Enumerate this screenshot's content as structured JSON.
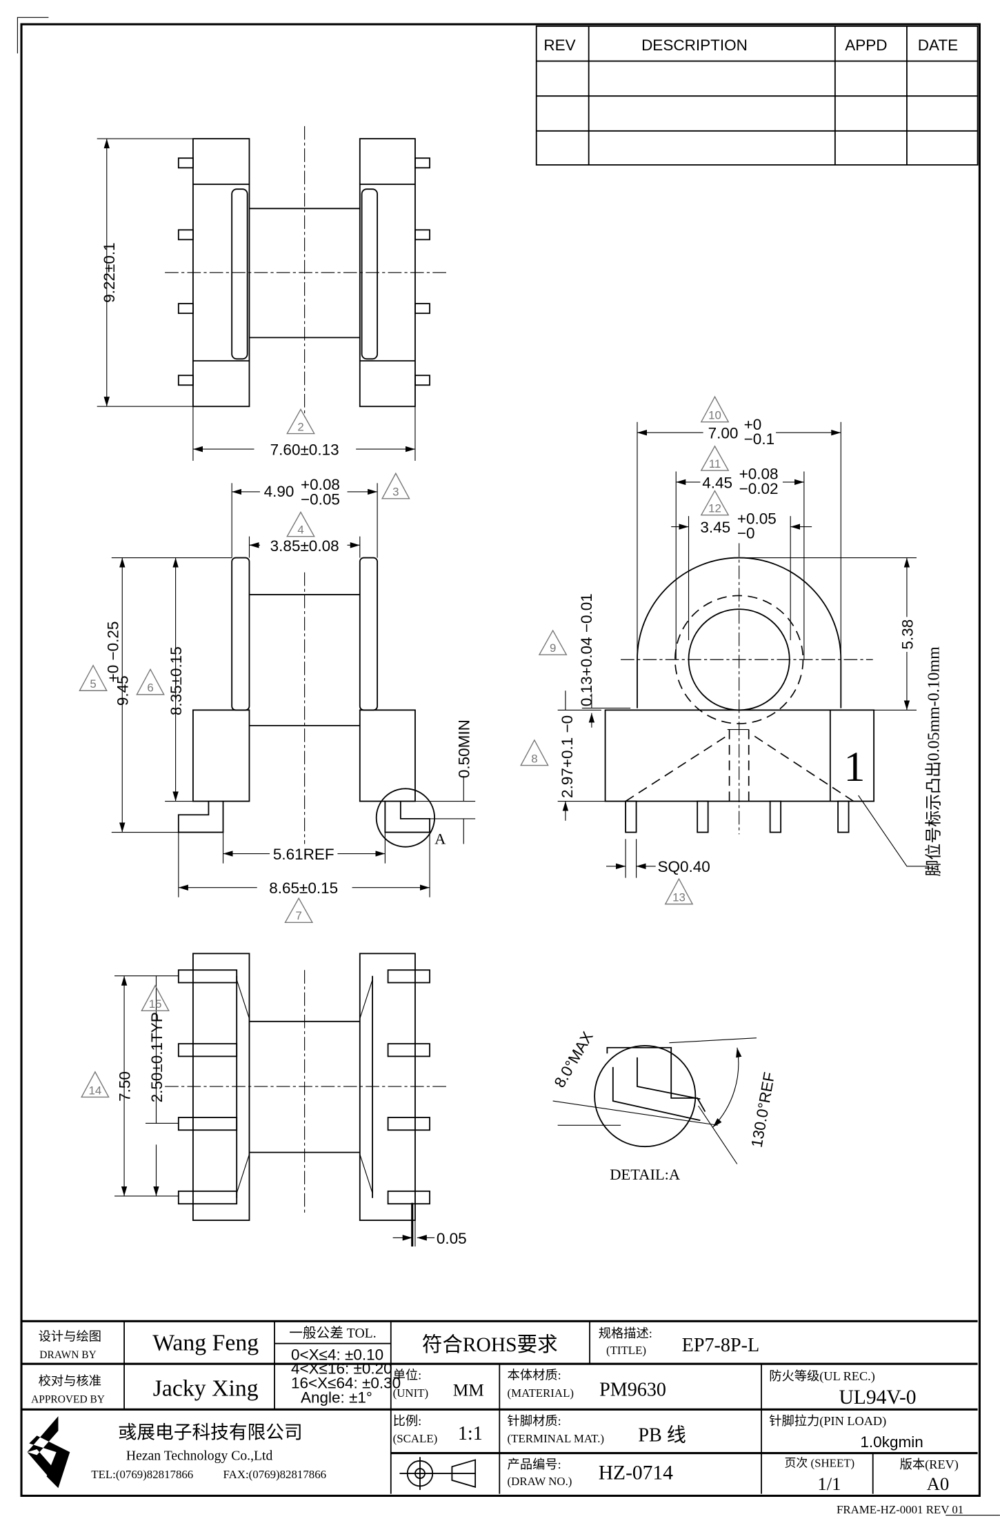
{
  "revision_table": {
    "headers": [
      "REV",
      "DESCRIPTION",
      "APPD",
      "DATE"
    ]
  },
  "views": {
    "top": {
      "height_dim": "9.22±0.1",
      "width_dim": "7.60±0.13",
      "tri": "2"
    },
    "front": {
      "dim_490": "4.90",
      "dim_490_tol_plus": "+0.08",
      "dim_490_tol_minus": "−0.05",
      "tri_3": "3",
      "dim_385": "3.85±0.08",
      "tri_4": "4",
      "dim_945": "9.45",
      "dim_945_tol": "+0 −0.25",
      "tri_5": "5",
      "dim_835": "8.35±0.15",
      "tri_6": "6",
      "dim_050": "0.50MIN",
      "dim_561": "5.61REF",
      "dim_865": "8.65±0.15",
      "tri_7": "7",
      "detail_label": "A"
    },
    "side": {
      "dim_700": "7.00",
      "dim_700_plus": "+0",
      "dim_700_minus": "−0.1",
      "tri_10": "10",
      "dim_445": "4.45",
      "dim_445_plus": "+0.08",
      "dim_445_minus": "−0.02",
      "tri_11": "11",
      "dim_345": "3.45",
      "dim_345_plus": "+0.05",
      "dim_345_minus": "−0",
      "tri_12": "12",
      "dim_538": "5.38",
      "dim_013": "0.13+0.04 −0.01",
      "tri_9": "9",
      "dim_297": "2.97+0.1 −0",
      "tri_8": "8",
      "dim_sq": "SQ0.40",
      "tri_13": "13",
      "pin1_mark": "1",
      "note": "脚位号标示凸出0.05mm-0.10mm"
    },
    "bottom": {
      "dim_750": "7.50",
      "tri_14": "14",
      "dim_250": "2.50±0.1TYP",
      "tri_15": "15",
      "dim_005": "0.05"
    },
    "detail": {
      "angle_max": "8.0°MAX",
      "angle_ref": "130.0°REF",
      "label": "DETAIL:A"
    }
  },
  "title_block": {
    "drawn_by_cn": "设计与绘图",
    "drawn_by_en": "DRAWN BY",
    "drawn_by": "Wang Feng",
    "approved_by_cn": "校对与核准",
    "approved_by_en": "APPROVED BY",
    "approved_by": "Jacky Xing",
    "tol_title": "一般公差 TOL.",
    "tol_lines": [
      "0<X≤4:  ±0.10",
      "4<X≤16:  ±0.20",
      "16<X≤64:  ±0.30",
      "Angle:  ±1°"
    ],
    "rohs": "符合ROHS要求",
    "title_cn": "规格描述:",
    "title_en": "(TITLE)",
    "title": "EP7-8P-L",
    "unit_cn": "单位:",
    "unit_en": "(UNIT)",
    "unit": "MM",
    "material_cn": "本体材质:",
    "material_en": "(MATERIAL)",
    "material": "PM9630",
    "ul_label": "防火等级(UL REC.)",
    "ul": "UL94V-0",
    "company_cn": "彧展电子科技有限公司",
    "company_en": "Hezan Technology Co.,Ltd",
    "tel": "TEL:(0769)82817866",
    "fax": "FAX:(0769)82817866",
    "scale_cn": "比例:",
    "scale_en": "(SCALE)",
    "scale": "1:1",
    "terminal_cn": "针脚材质:",
    "terminal_en": "(TERMINAL MAT.)",
    "terminal": "PB 线",
    "pinload_label": "针脚拉力(PIN LOAD)",
    "pinload": "1.0kgmin",
    "drawno_cn": "产品编号:",
    "drawno_en": "(DRAW NO.)",
    "drawno": "HZ-0714",
    "sheet_label": "页次 (SHEET)",
    "sheet": "1/1",
    "rev_label": "版本(REV)",
    "rev": "A0",
    "frame": "FRAME-HZ-0001 REV 01"
  }
}
